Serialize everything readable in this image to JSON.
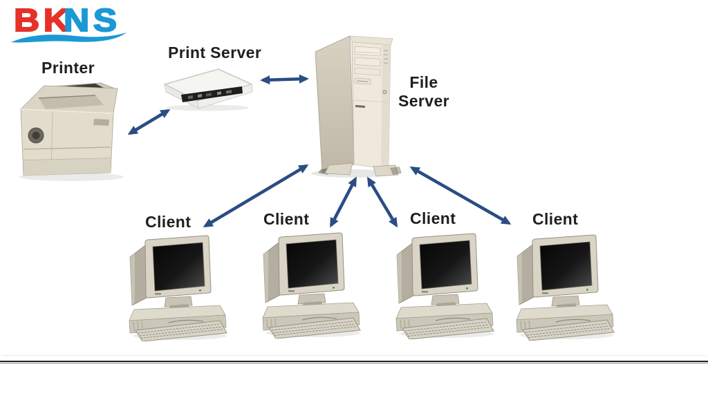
{
  "logo": {
    "text_red": "BK",
    "text_blue": "NS",
    "red_color": "#e63128",
    "blue_color": "#1b99d5",
    "swoosh_color": "#1b99d5"
  },
  "diagram": {
    "title": "",
    "arrow_color": "#2a4d82",
    "background": "#ffffff",
    "nodes": [
      {
        "id": "printer",
        "label": "Printer",
        "type": "printer"
      },
      {
        "id": "print-server",
        "label": "Print Server",
        "type": "print-server"
      },
      {
        "id": "file-server",
        "label": "File Server",
        "type": "file-server"
      },
      {
        "id": "client-1",
        "label": "Client",
        "type": "client"
      },
      {
        "id": "client-2",
        "label": "Client",
        "type": "client"
      },
      {
        "id": "client-3",
        "label": "Client",
        "type": "client"
      },
      {
        "id": "client-4",
        "label": "Client",
        "type": "client"
      }
    ],
    "connections": [
      {
        "from": "printer",
        "to": "print-server",
        "bidirectional": true
      },
      {
        "from": "print-server",
        "to": "file-server",
        "bidirectional": true
      },
      {
        "from": "client-1",
        "to": "file-server",
        "bidirectional": true
      },
      {
        "from": "client-2",
        "to": "file-server",
        "bidirectional": true
      },
      {
        "from": "client-3",
        "to": "file-server",
        "bidirectional": true
      },
      {
        "from": "client-4",
        "to": "file-server",
        "bidirectional": true
      }
    ]
  }
}
